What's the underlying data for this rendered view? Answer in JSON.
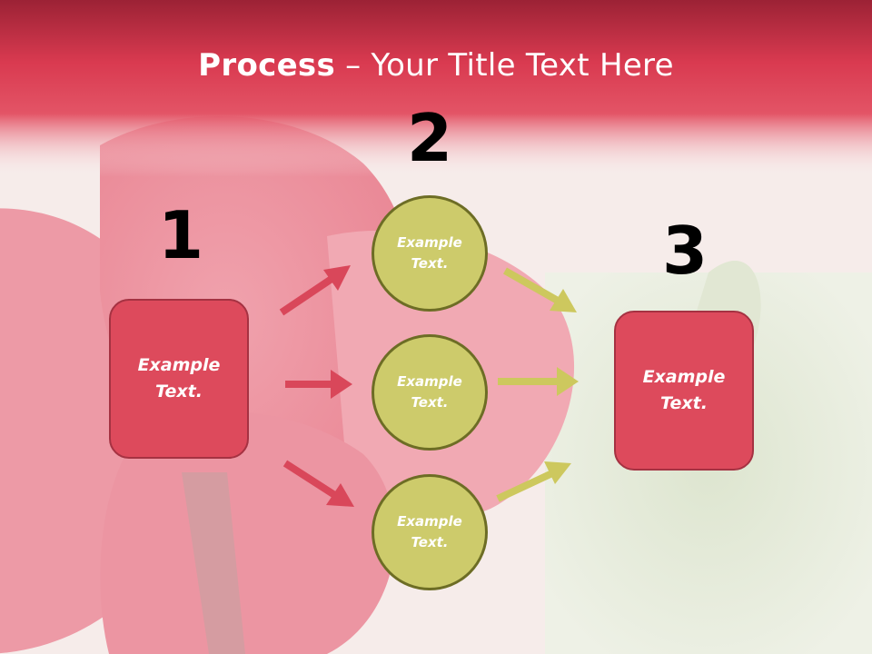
{
  "title": {
    "bold": "Process",
    "rest": " – Your Title Text Here"
  },
  "steps": {
    "one": {
      "number": "1",
      "text": "Example Text."
    },
    "two": {
      "number": "2"
    },
    "three": {
      "number": "3",
      "text": "Example Text."
    }
  },
  "circles": [
    {
      "text": "Example Text."
    },
    {
      "text": "Example Text."
    },
    {
      "text": "Example Text."
    }
  ],
  "colors": {
    "band": "#d93a50",
    "box_fill": "#dd4a5c",
    "circle_fill": "#cdcb6b",
    "red_arrow": "#d9475a",
    "green_arrow": "#cdc85e"
  }
}
